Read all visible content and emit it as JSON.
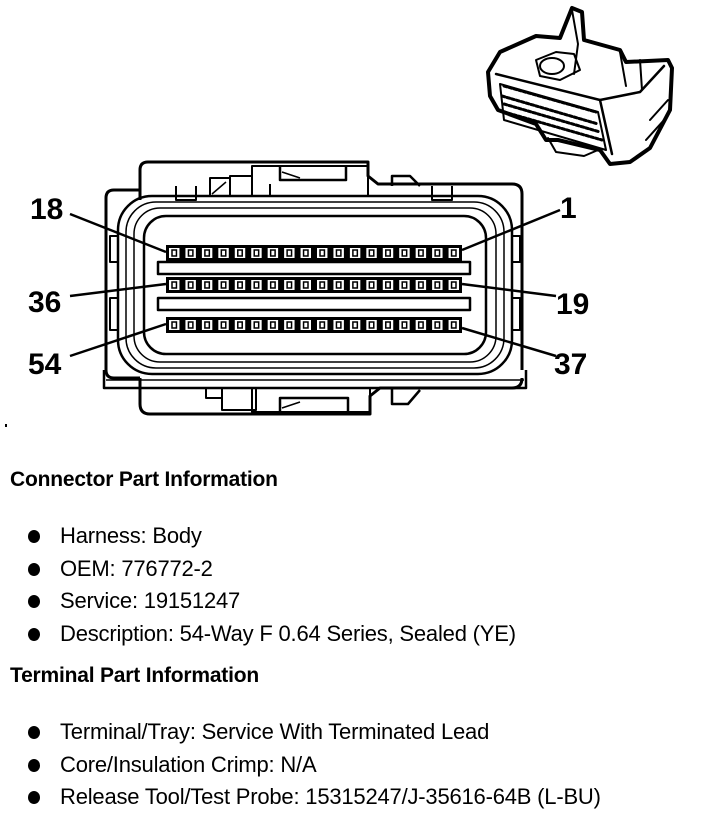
{
  "diagram": {
    "title_hidden": "",
    "pin_labels": {
      "top_left": "18",
      "top_right": "1",
      "middle_left": "36",
      "middle_right": "19",
      "bottom_left": "54",
      "bottom_right": "37"
    },
    "rows": [
      {
        "first_pin": 1,
        "last_pin": 18,
        "cavities": 18
      },
      {
        "first_pin": 19,
        "last_pin": 36,
        "cavities": 18
      },
      {
        "first_pin": 37,
        "last_pin": 54,
        "cavities": 18
      }
    ],
    "icons": [
      "connector-face-view",
      "connector-isometric-view"
    ]
  },
  "connector_section": {
    "title": "Connector Part Information",
    "items": [
      {
        "text": "Harness: Body"
      },
      {
        "text": "OEM: 776772-2"
      },
      {
        "text": "Service: 19151247"
      },
      {
        "text": "Description: 54-Way F 0.64 Series, Sealed (YE)"
      }
    ]
  },
  "terminal_section": {
    "title": "Terminal Part Information",
    "items": [
      {
        "text": "Terminal/Tray: Service With Terminated Lead"
      },
      {
        "text": "Core/Insulation Crimp: N/A"
      },
      {
        "text": "Release Tool/Test Probe: 15315247/J-35616-64B (L-BU)"
      }
    ]
  }
}
